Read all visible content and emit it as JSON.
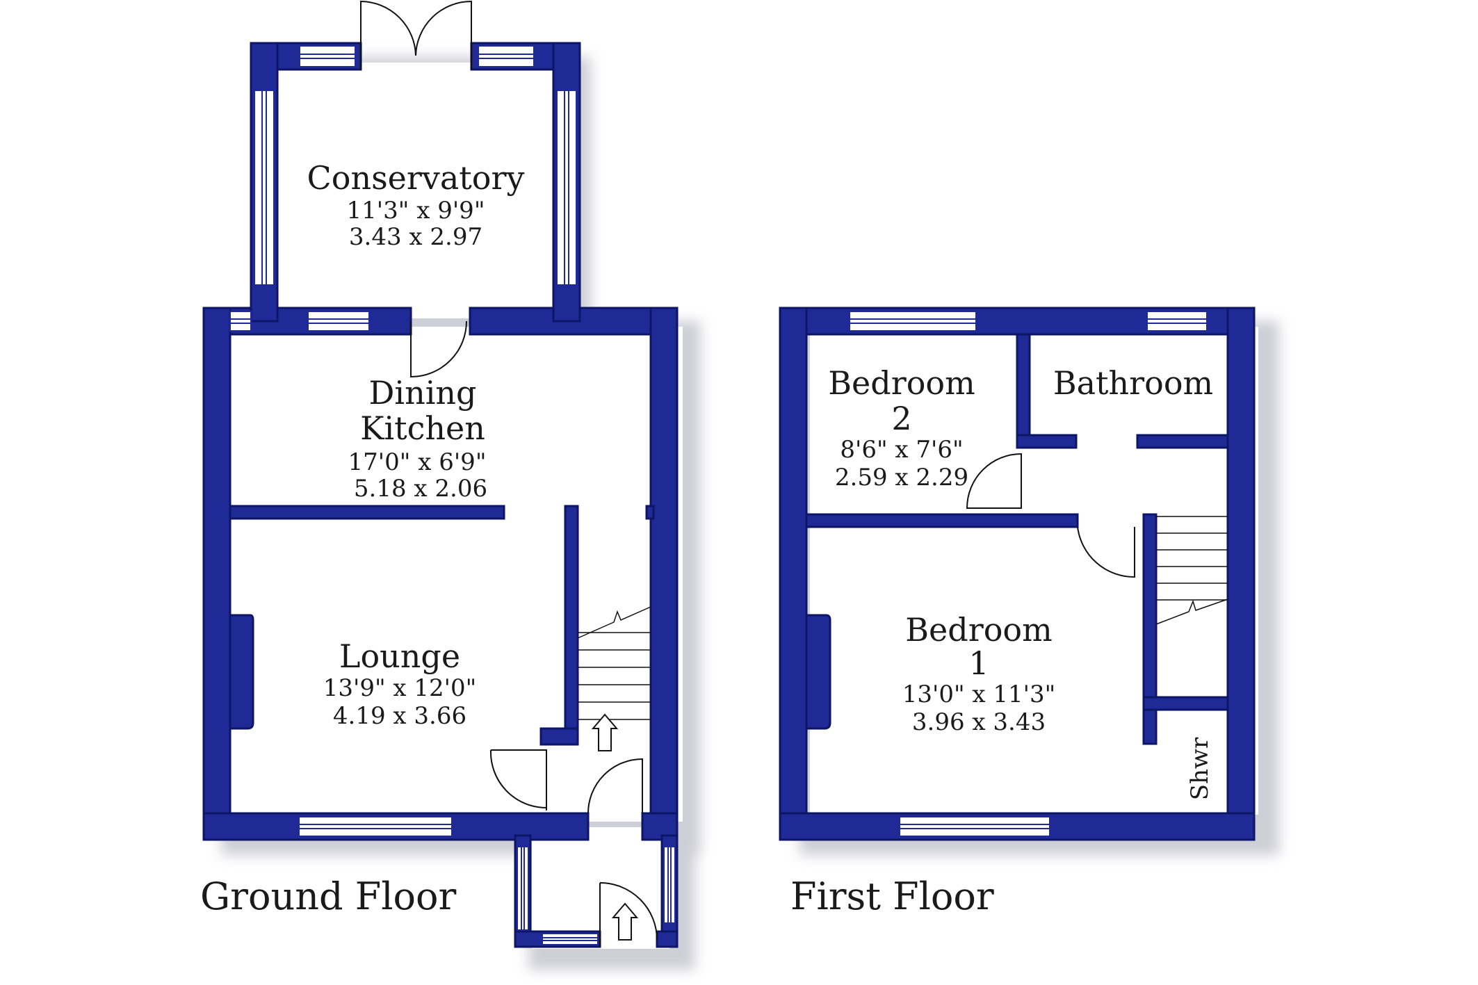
{
  "colors": {
    "wall": "#1f2a96",
    "wall_edge": "#0c1566",
    "shadow": "#c9c9d3",
    "window": "#ffffff",
    "background": "#ffffff"
  },
  "floors": {
    "ground": {
      "label": "Ground Floor",
      "rooms": {
        "conservatory": {
          "name": "Conservatory",
          "dim_imperial": "11'3\"  x  9'9\"",
          "dim_metric": "3.43  x  2.97"
        },
        "dining_kitchen": {
          "name_line1": "Dining",
          "name_line2": "Kitchen",
          "dim_imperial": "17'0\"  x  6'9\"",
          "dim_metric": "5.18  x  2.06"
        },
        "lounge": {
          "name": "Lounge",
          "dim_imperial": "13'9\"  x  12'0\"",
          "dim_metric": "4.19  x  3.66"
        }
      }
    },
    "first": {
      "label": "First Floor",
      "rooms": {
        "bedroom2": {
          "name_line1": "Bedroom",
          "name_line2": "2",
          "dim_imperial": "8'6\"  x  7'6\"",
          "dim_metric": "2.59  x  2.29"
        },
        "bathroom": {
          "name": "Bathroom"
        },
        "bedroom1": {
          "name_line1": "Bedroom",
          "name_line2": "1",
          "dim_imperial": "13'0\"  x  11'3\"",
          "dim_metric": "3.96  x  3.43"
        },
        "shower": {
          "name": "Shwr"
        }
      }
    }
  },
  "icons": {
    "entry_arrow": "up-arrow-icon",
    "stairs_arrow": "up-arrow-icon"
  }
}
